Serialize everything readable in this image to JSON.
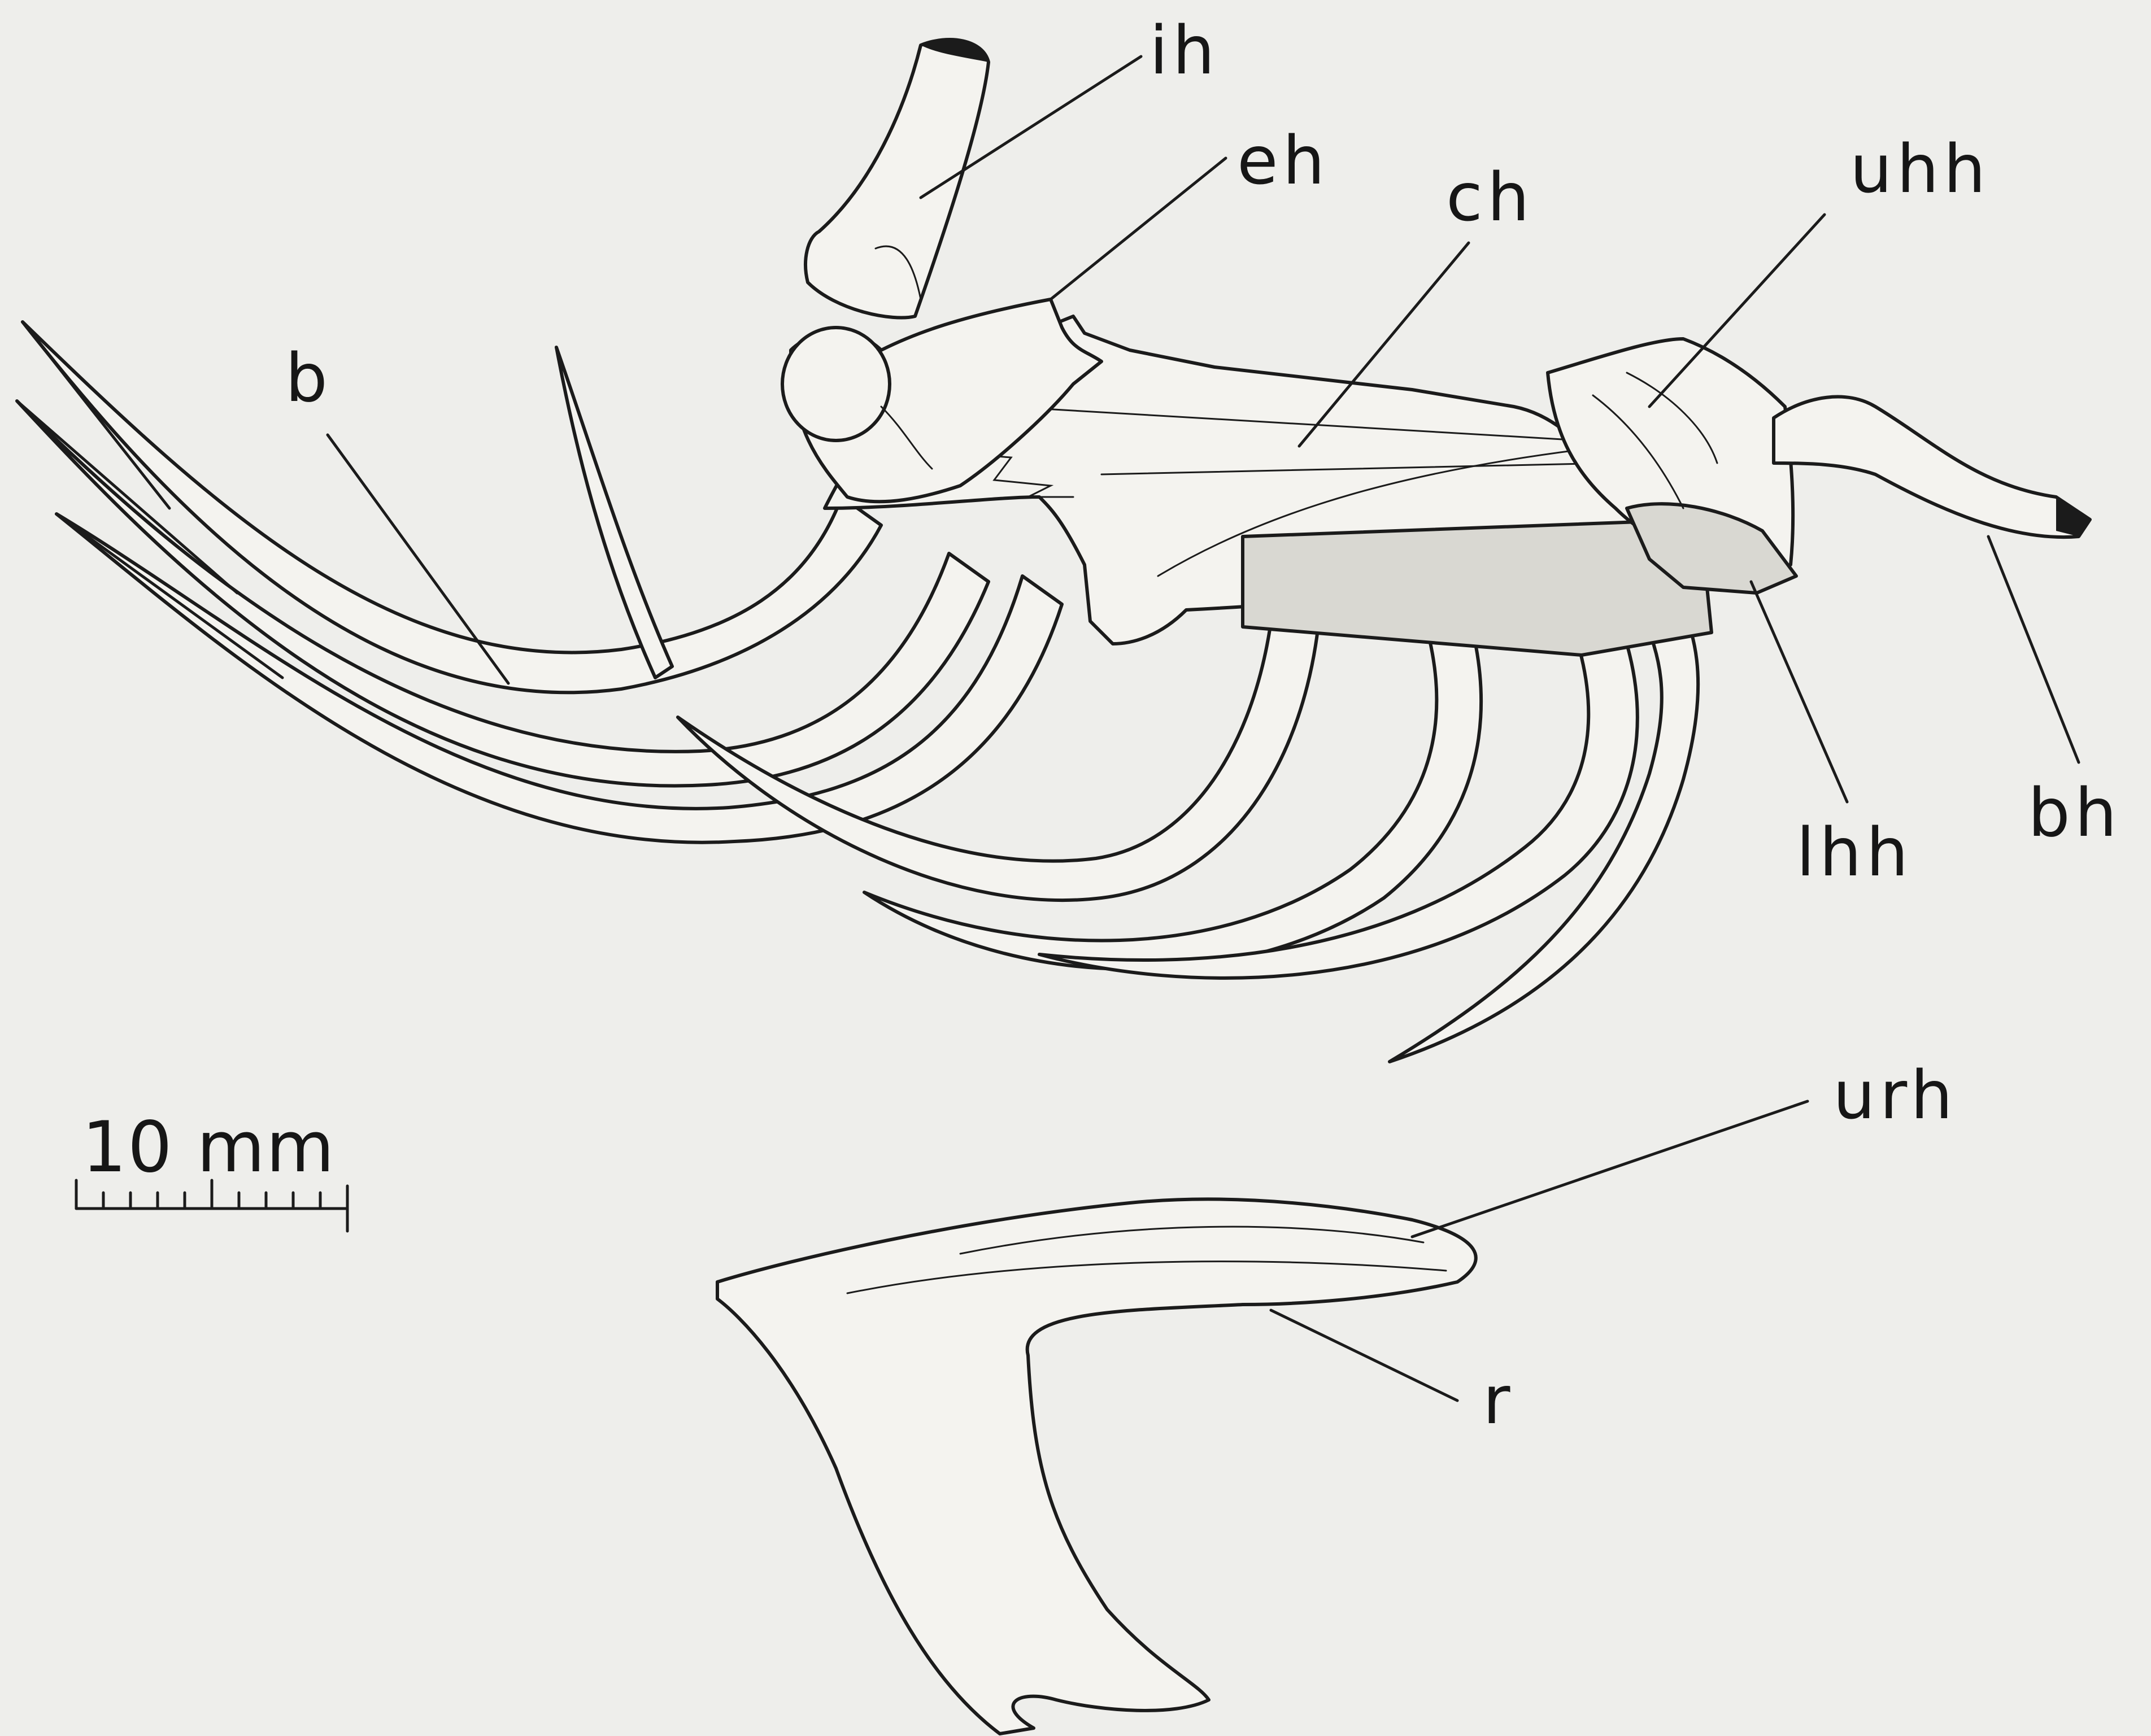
{
  "figure": {
    "labels": {
      "ih": "ih",
      "eh": "eh",
      "ch": "ch",
      "uhh": "uhh",
      "b": "b",
      "lhh": "lhh",
      "bh": "bh",
      "urh": "urh",
      "r": "r"
    },
    "scale_bar": {
      "label": "10 mm",
      "ticks": 10
    }
  }
}
